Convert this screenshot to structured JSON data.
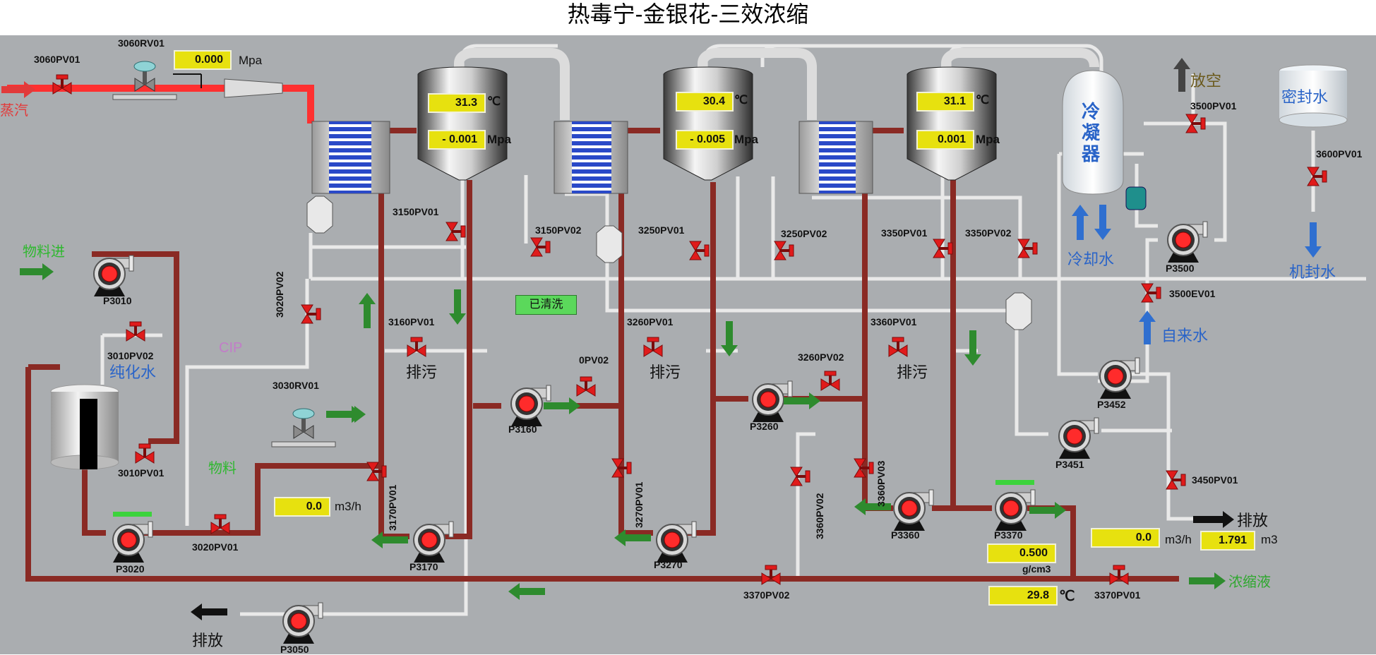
{
  "title": "热毒宁-金银花-三效浓缩",
  "labels": {
    "steam": "蒸汽",
    "material_in": "物料进",
    "purified_water": "纯化水",
    "cip": "CIP",
    "material": "物料",
    "drain_1": "排污",
    "drain_2": "排污",
    "drain_3": "排污",
    "discharge_bottom": "排放",
    "discharge_right": "排放",
    "vent": "放空",
    "seal_water_tank": "密封水",
    "seal_water_out": "机封水",
    "tap_water": "自来水",
    "cooling_water": "冷却水",
    "condenser": "冷凝器",
    "concentrate": "浓缩液",
    "cleaned_status": "已清洗"
  },
  "tags": {
    "v3060pv01": "3060PV01",
    "v3060rv01": "3060RV01",
    "v3150pv01": "3150PV01",
    "v3150pv02": "3150PV02",
    "v3250pv01": "3250PV01",
    "v3250pv02": "3250PV02",
    "v3350pv01": "3350PV01",
    "v3350pv02": "3350PV02",
    "v3500pv01": "3500PV01",
    "v3600pv01": "3600PV01",
    "v3500ev01": "3500EV01",
    "v3020pv02": "3020PV02",
    "v3160pv01": "3160PV01",
    "v3260pv01": "3260PV01",
    "v3360pv01": "3360PV01",
    "v3010pv02": "3010PV02",
    "v3030rv01": "3030RV01",
    "v0pv02": "0PV02",
    "v3260pv02": "3260PV02",
    "v3010pv01": "3010PV01",
    "v3170pv01": "3170PV01",
    "v3270pv01": "3270PV01",
    "v3360pv02": "3360PV02",
    "v3360pv03": "3360PV03",
    "v3450pv01": "3450PV01",
    "v3020pv01": "3020PV01",
    "v3370pv02": "3370PV02",
    "v3370pv01": "3370PV01",
    "p3010": "P3010",
    "p3020": "P3020",
    "p3160": "P3160",
    "p3170": "P3170",
    "p3260": "P3260",
    "p3270": "P3270",
    "p3360": "P3360",
    "p3370": "P3370",
    "p3500": "P3500",
    "p3452": "P3452",
    "p3451": "P3451",
    "p3050": "P3050"
  },
  "readings": {
    "steam_pressure": {
      "value": "0.000",
      "unit": "Mpa"
    },
    "evap1_temp": {
      "value": "31.3",
      "unit": "℃"
    },
    "evap1_pressure": {
      "value": "- 0.001",
      "unit": "Mpa"
    },
    "evap2_temp": {
      "value": "30.4",
      "unit": "℃"
    },
    "evap2_pressure": {
      "value": "- 0.005",
      "unit": "Mpa"
    },
    "evap3_temp": {
      "value": "31.1",
      "unit": "℃"
    },
    "evap3_pressure": {
      "value": "0.001",
      "unit": "Mpa"
    },
    "feed_flow": {
      "value": "0.0",
      "unit": "m3/h"
    },
    "product_flow": {
      "value": "0.0",
      "unit": "m3/h"
    },
    "product_total": {
      "value": "1.791",
      "unit": "m3"
    },
    "density": {
      "value": "0.500",
      "unit": "g/cm3"
    },
    "product_temp": {
      "value": "29.8",
      "unit": "℃"
    }
  },
  "colors": {
    "background": "#aaadb0",
    "steam_pipe": "#ff3030",
    "process_pipe": "#8a2a24",
    "water_pipe": "#e6e6e6",
    "valve": "#e01b1b",
    "display": "#e7e10f",
    "arrow_green": "#2e8b2e",
    "arrow_blue": "#2f6fd0"
  }
}
